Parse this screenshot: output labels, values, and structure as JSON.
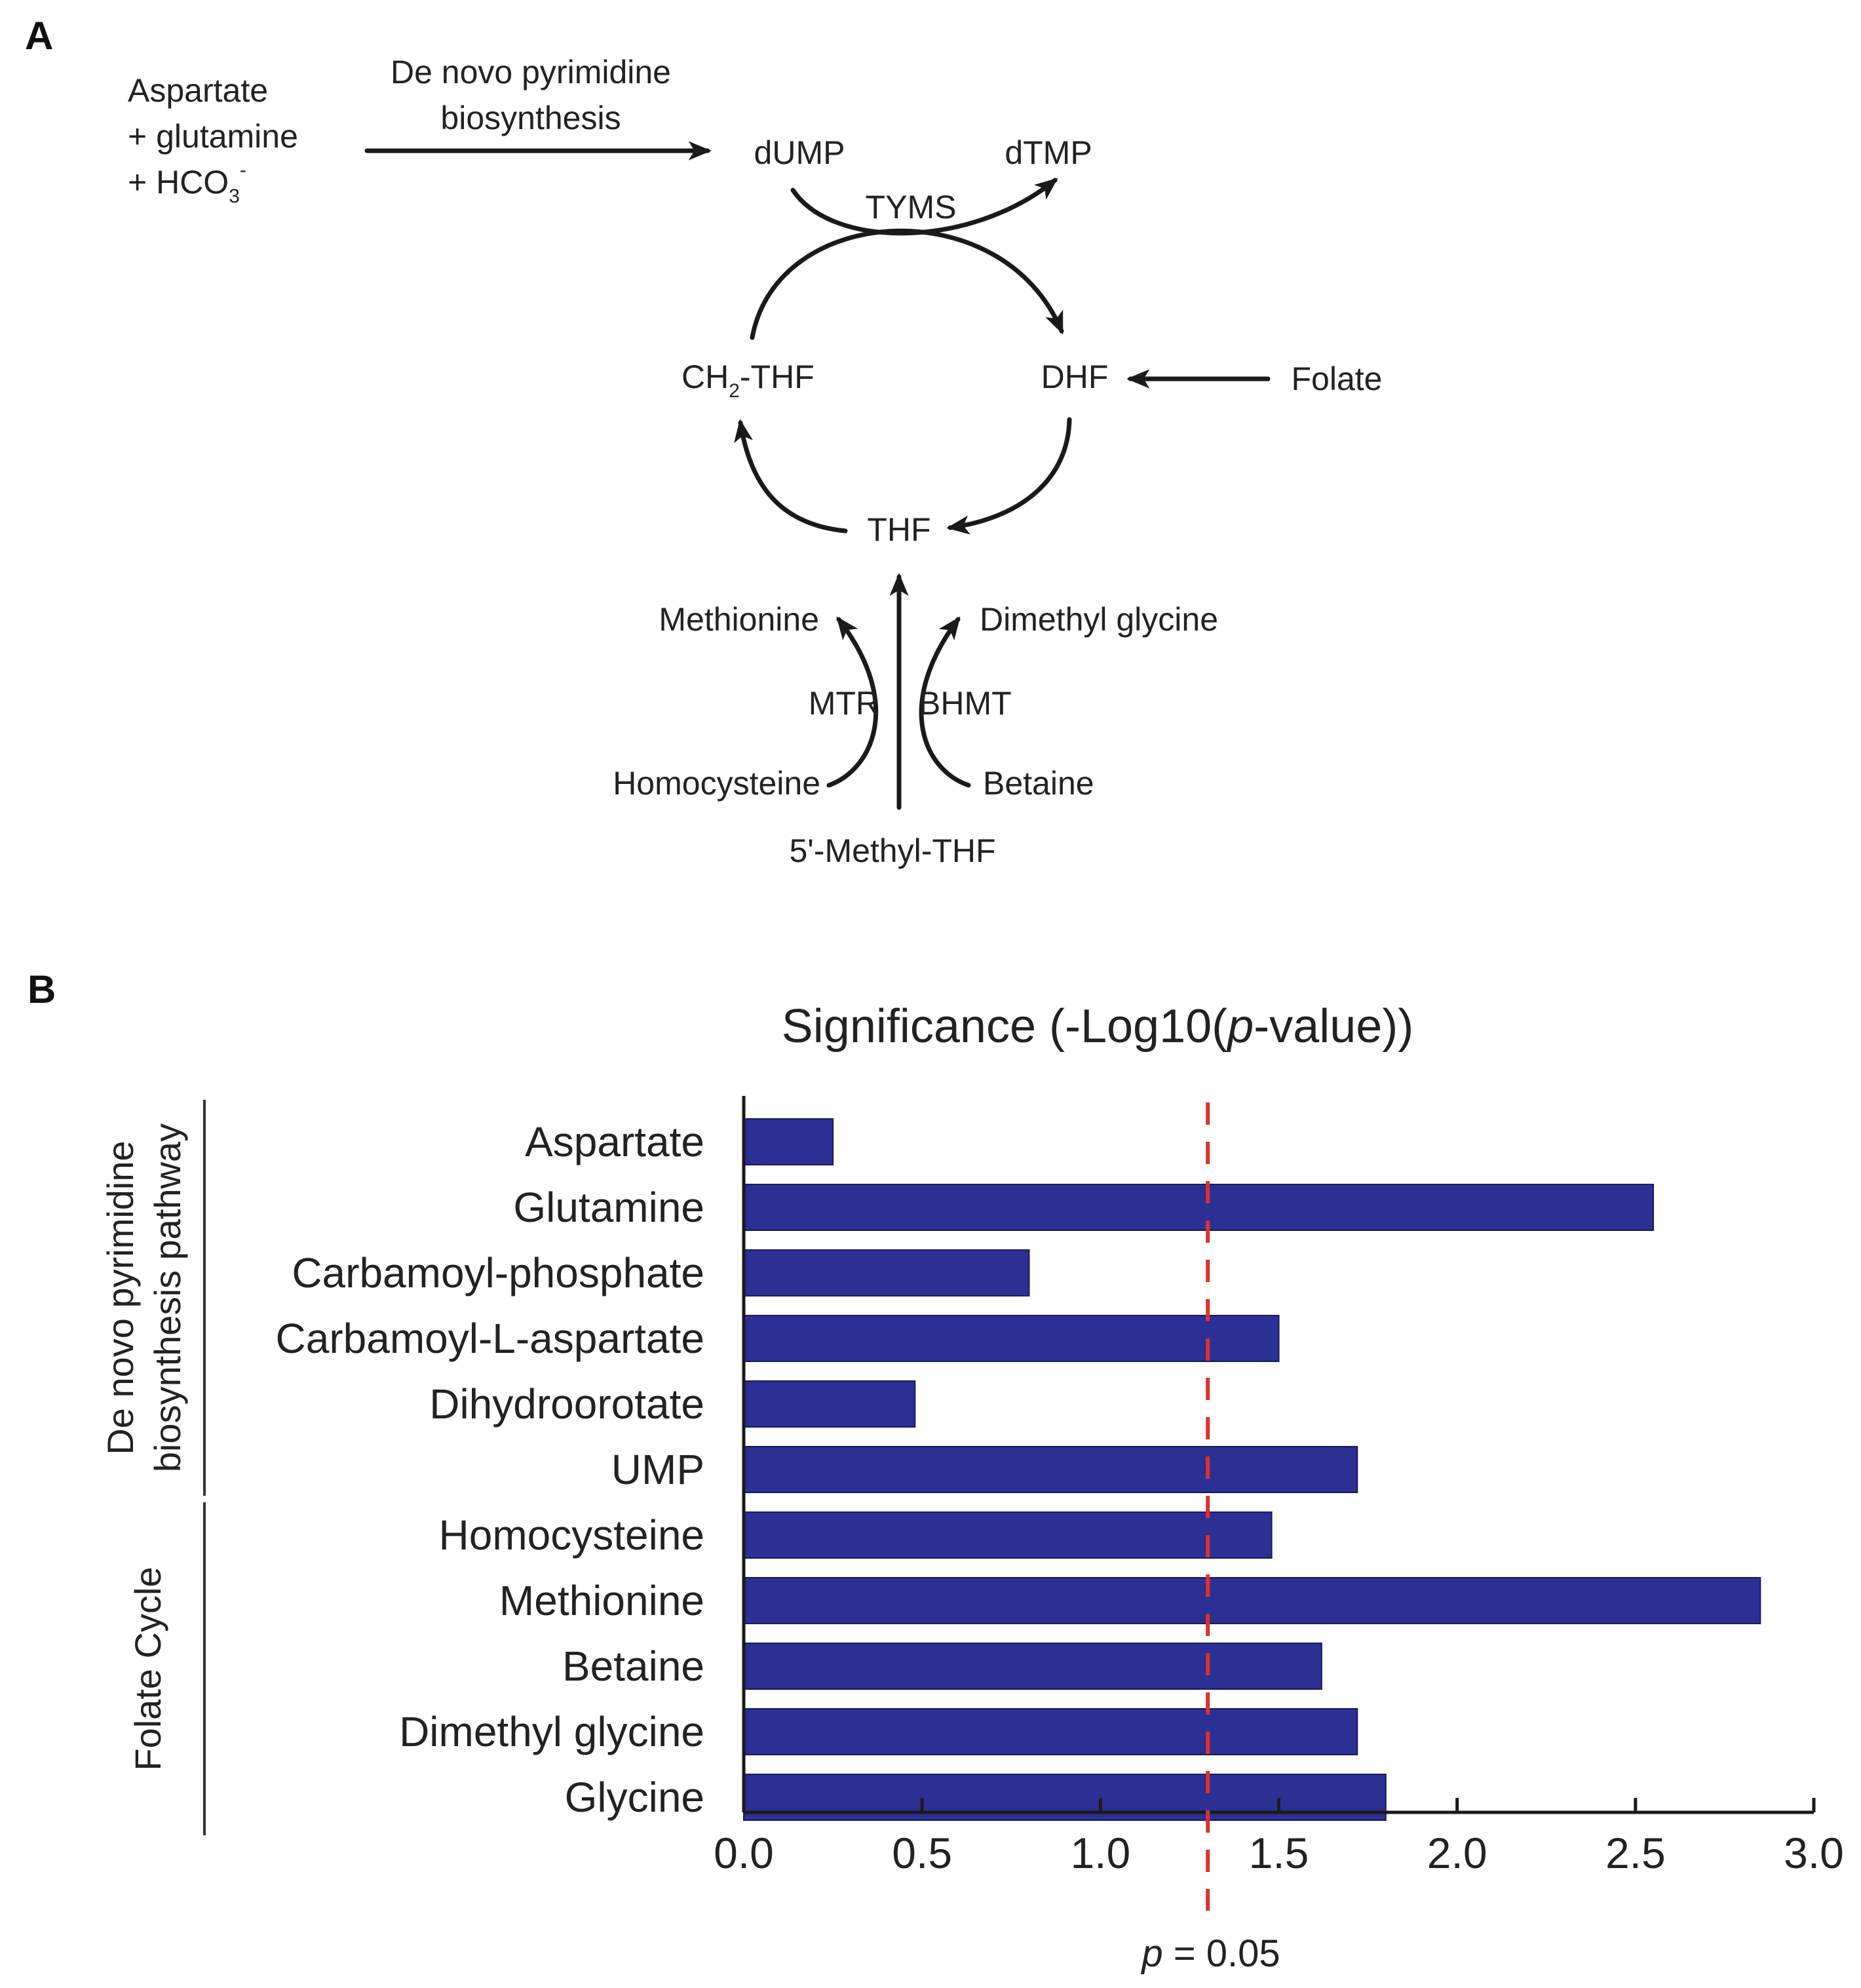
{
  "panel_a": {
    "label": "A",
    "inputs": {
      "line1": "Aspartate",
      "line2": "+ glutamine",
      "line3_prefix": "+ HCO",
      "line3_sub": "3",
      "line3_sup": "-"
    },
    "arrow_label": {
      "line1": "De novo pyrimidine",
      "line2": "biosynthesis"
    },
    "nodes": {
      "dump": "dUMP",
      "dtmp": "dTMP",
      "tyms": "TYMS",
      "ch2_prefix": "CH",
      "ch2_sub": "2",
      "ch2_suffix": "-THF",
      "dhf": "DHF",
      "folate": "Folate",
      "thf": "THF",
      "methionine": "Methionine",
      "dimethyl_glycine": "Dimethyl glycine",
      "mtr": "MTR",
      "bhmt": "BHMT",
      "homocysteine": "Homocysteine",
      "betaine": "Betaine",
      "methyl_thf": "5'-Methyl-THF"
    }
  },
  "panel_b": {
    "label": "B",
    "threshold": {
      "value": 1.301,
      "label_italic": "p",
      "label_rest": " = 0.05",
      "color": "#e03030"
    },
    "groups": [
      {
        "line1": "De novo pyrimidine",
        "line2": "biosynthesis pathway",
        "from": 0,
        "to": 5
      },
      {
        "line1": "Folate Cycle",
        "line2": "",
        "from": 6,
        "to": 10
      }
    ]
  },
  "chart_data": {
    "type": "bar",
    "orientation": "horizontal",
    "title_prefix": "Significance (-Log10(",
    "title_italic": "p",
    "title_suffix": "-value))",
    "categories": [
      "Aspartate",
      "Glutamine",
      "Carbamoyl-phosphate",
      "Carbamoyl-L-aspartate",
      "Dihydroorotate",
      "UMP",
      "Homocysteine",
      "Methionine",
      "Betaine",
      "Dimethyl glycine",
      "Glycine"
    ],
    "values": [
      0.25,
      2.55,
      0.8,
      1.5,
      0.48,
      1.72,
      1.48,
      2.85,
      1.62,
      1.72,
      1.8
    ],
    "xlim": [
      0,
      3
    ],
    "xticks": [
      "0.0",
      "0.5",
      "1.0",
      "1.5",
      "2.0",
      "2.5",
      "3.0"
    ],
    "bar_color": "#2b3094",
    "grid": false
  }
}
